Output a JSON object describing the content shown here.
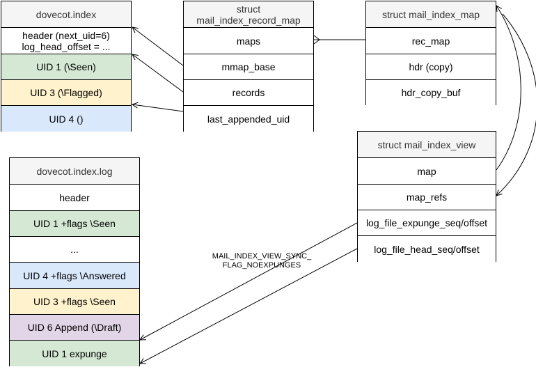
{
  "index": {
    "title": "dovecot.index",
    "rows": [
      "header (next_uid=6)\nlog_head_offset = ...",
      "UID 1 (\\Seen)",
      "UID 3 (\\Flagged)",
      "UID 4 ()"
    ]
  },
  "record_map": {
    "title": "struct\nmail_index_record_map",
    "rows": [
      "maps",
      "mmap_base",
      "records",
      "last_appended_uid"
    ]
  },
  "index_map": {
    "title": "struct mail_index_map",
    "rows": [
      "rec_map",
      "hdr (copy)",
      "hdr_copy_buf"
    ]
  },
  "index_view": {
    "title": "struct mail_index_view",
    "rows": [
      "map",
      "map_refs",
      "log_file_expunge_seq/offset",
      "log_file_head_seq/offset"
    ]
  },
  "index_log": {
    "title": "dovecot.index.log",
    "rows": [
      "header",
      "UID 1 +flags \\Seen",
      "...",
      "UID 4 +flags \\Answered",
      "UID 3 +flags \\Seen",
      "UID 6 Append (\\Draft)",
      "UID 1 expunge"
    ]
  },
  "edge_label": "MAIL_INDEX_VIEW_SYNC_\nFLAG_NOEXPUNGES",
  "colors": {
    "title": "#f5f5f5",
    "green": "#d5e8d4",
    "yellow": "#fff2cc",
    "blue": "#dae8fc",
    "purple": "#e1d5e7"
  }
}
